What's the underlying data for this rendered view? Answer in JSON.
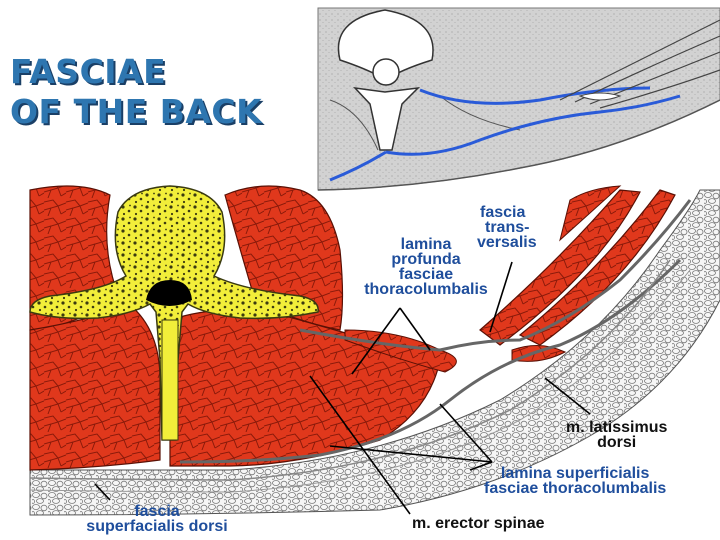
{
  "title": {
    "line1": "FASCIAE",
    "line2": "OF THE BACK"
  },
  "labels": {
    "fascia_transversalis": [
      "fascia",
      "trans-",
      "versalis"
    ],
    "lamina_profunda": [
      "lamina",
      "profunda",
      "fasciae",
      "thoracolumbalis"
    ],
    "latissimus_dorsi": [
      "m. latissimus",
      "dorsi"
    ],
    "lamina_superficialis": [
      "lamina superficialis",
      "fasciae thoracolumbalis"
    ],
    "fascia_superficialis": [
      "fascia",
      "superfacialis dorsi"
    ],
    "erector_spinae": "m. erector spinae"
  },
  "colors": {
    "title": "#2e76b0",
    "muscle": "#e0381c",
    "muscle_lines": "#7a1608",
    "bone": "#f2ee3a",
    "fascia_blue": "#2a5bd8",
    "fat": "#f4f4f4",
    "inset_bg": "#d4d4d4",
    "label_blue": "#1f4e9c",
    "label_black": "#111111"
  }
}
